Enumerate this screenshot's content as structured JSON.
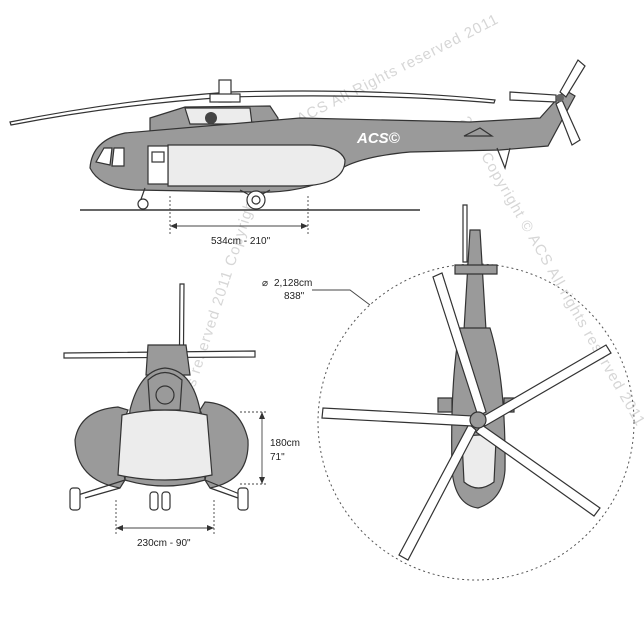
{
  "watermark": {
    "text_a": "© Copyright © ACS All Rights reserved 2011",
    "text_b": "ACS All rights reserved 2011 Copyright ©",
    "text_c": "2011 Copyright © ACS All rights reserved 2011"
  },
  "side_view": {
    "logo": "ACS©",
    "length_label": "534cm - 210\""
  },
  "front_view": {
    "height_label_cm": "180cm",
    "height_label_in": "71\"",
    "width_label": "230cm - 90\""
  },
  "top_view": {
    "rotor_label_cm": "2,128cm",
    "rotor_label_in": "838\"",
    "diameter_symbol": "⌀"
  },
  "colors": {
    "fuselage": "#9a9a9a",
    "cabin": "#ececec",
    "outline": "#333333",
    "watermark": "#d6d6d6"
  }
}
